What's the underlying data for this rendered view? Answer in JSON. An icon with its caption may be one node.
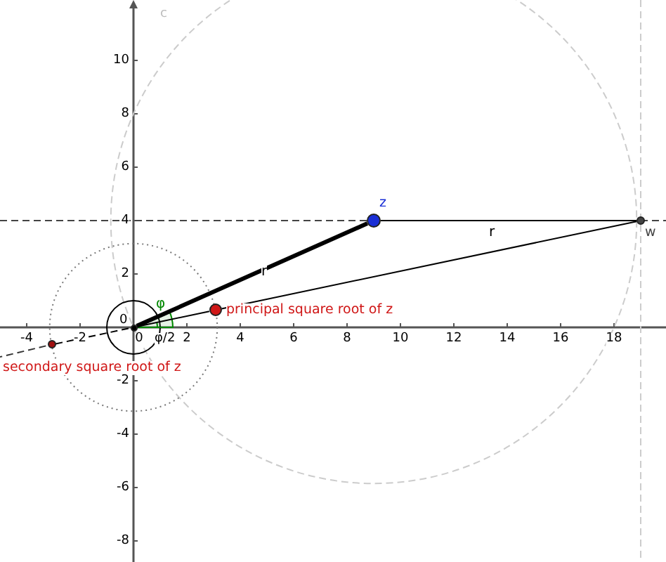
{
  "diagram": {
    "nodes": [
      {
        "text": [],
        "shape": "circle",
        "beside": [
          "z"
        ]
      },
      {
        "text": [],
        "shape": "circle",
        "beside": [
          "w"
        ]
      },
      {
        "text": [],
        "shape": "circle",
        "beside": [
          "principal square root of z"
        ]
      },
      {
        "text": [],
        "shape": "circle",
        "beside": [
          "secondary square root of z"
        ]
      },
      {
        "text": [],
        "shape": "circle"
      }
    ],
    "edges": [
      {
        "from": 4,
        "to": 0,
        "arrow": "none",
        "label": "r",
        "style": "thick"
      },
      {
        "from": 0,
        "to": 1,
        "arrow": "none",
        "label": "r"
      },
      {
        "from": 4,
        "to": 2,
        "arrow": "none"
      },
      {
        "from": 2,
        "to": 1,
        "arrow": "none"
      },
      {
        "from": 3,
        "to": 4,
        "arrow": "none",
        "style": "dashed"
      }
    ],
    "labels": [
      "c",
      "φ",
      "0",
      "-4",
      "-2",
      "0",
      "φ/2",
      "2",
      "4",
      "6",
      "8",
      "10",
      "12",
      "14",
      "16",
      "18",
      "10",
      "8",
      "6",
      "4",
      "2",
      "-2",
      "-4",
      "-6",
      "-8"
    ]
  }
}
